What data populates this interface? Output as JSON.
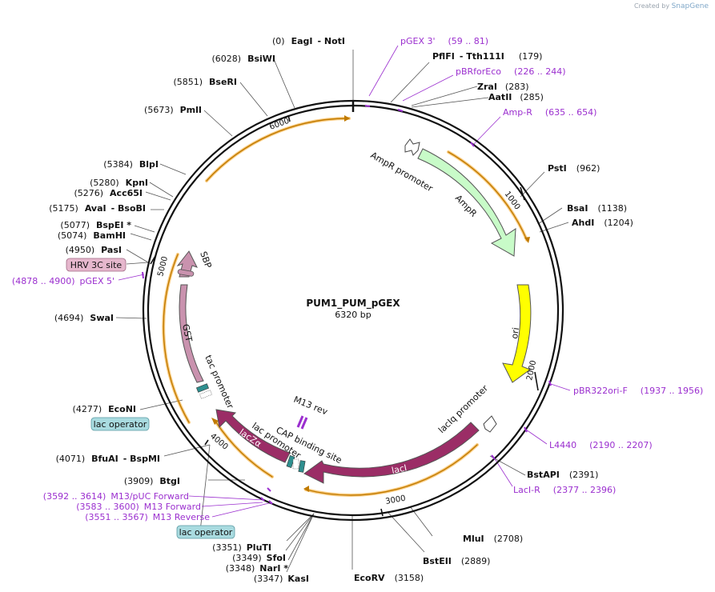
{
  "credit": {
    "prefix": "Created by",
    "brand": "SnapGene"
  },
  "plasmid": {
    "name": "PUM1_PUM_pGEX",
    "size": "6320 bp"
  },
  "ticks": [
    "1000",
    "2000",
    "3000",
    "4000",
    "5000",
    "6000"
  ],
  "features": {
    "ampr_promoter": "AmpR promoter",
    "ampr": "AmpR",
    "ori": "ori",
    "laciq_promoter": "lacIq promoter",
    "laci": "lacI",
    "cap_site": "CAP binding site",
    "m13rev": "M13 rev",
    "lac_promoter": "lac promoter",
    "lacza": "lacZα",
    "tac_promoter": "tac promoter",
    "gst": "GST",
    "sbp": "SBP",
    "hrv": "HRV 3C site",
    "lac_operator_1": "lac operator",
    "lac_operator_2": "lac operator"
  },
  "sites": [
    {
      "pos": "(0)",
      "name": "EagI",
      "extra": "-  NotI"
    },
    {
      "pos": "(179)",
      "name": "PflFI",
      "extra": "-  Tth111I"
    },
    {
      "pos": "(283)",
      "name": "ZraI"
    },
    {
      "pos": "(285)",
      "name": "AatII"
    },
    {
      "pos": "(962)",
      "name": "PstI"
    },
    {
      "pos": "(1138)",
      "name": "BsaI"
    },
    {
      "pos": "(1204)",
      "name": "AhdI"
    },
    {
      "pos": "(2391)",
      "name": "BstAPI"
    },
    {
      "pos": "(2708)",
      "name": "MluI"
    },
    {
      "pos": "(2889)",
      "name": "BstEII"
    },
    {
      "pos": "(3158)",
      "name": "EcoRV"
    },
    {
      "pos": "(3347)",
      "name": "KasI"
    },
    {
      "pos": "(3348)",
      "name": "NarI *"
    },
    {
      "pos": "(3349)",
      "name": "SfoI"
    },
    {
      "pos": "(3351)",
      "name": "PluTI"
    },
    {
      "pos": "(3909)",
      "name": "BtgI"
    },
    {
      "pos": "(4071)",
      "name": "BfuAI",
      "extra": "-  BspMI"
    },
    {
      "pos": "(4277)",
      "name": "EcoNI"
    },
    {
      "pos": "(4694)",
      "name": "SwaI"
    },
    {
      "pos": "(4950)",
      "name": "PasI"
    },
    {
      "pos": "(5074)",
      "name": "BamHI"
    },
    {
      "pos": "(5077)",
      "name": "BspEI *"
    },
    {
      "pos": "(5175)",
      "name": "AvaI",
      "extra": "-  BsoBI"
    },
    {
      "pos": "(5276)",
      "name": "Acc65I"
    },
    {
      "pos": "(5280)",
      "name": "KpnI"
    },
    {
      "pos": "(5384)",
      "name": "BlpI"
    },
    {
      "pos": "(5673)",
      "name": "PmlI"
    },
    {
      "pos": "(5851)",
      "name": "BseRI"
    },
    {
      "pos": "(6028)",
      "name": "BsiWI"
    }
  ],
  "primers": [
    {
      "name": "pGEX 3'",
      "range": "(59 .. 81)"
    },
    {
      "name": "pBRforEco",
      "range": "(226 .. 244)"
    },
    {
      "name": "Amp-R",
      "range": "(635 .. 654)"
    },
    {
      "name": "pBR322ori-F",
      "range": "(1937 .. 1956)"
    },
    {
      "name": "L4440",
      "range": "(2190 .. 2207)"
    },
    {
      "name": "LacI-R",
      "range": "(2377 .. 2396)"
    },
    {
      "name": "M13/pUC Forward",
      "range": "(3592 .. 3614)"
    },
    {
      "name": "M13 Forward",
      "range": "(3583 .. 3600)"
    },
    {
      "name": "M13 Reverse",
      "range": "(3551 .. 3567)"
    },
    {
      "name": "pGEX 5'",
      "range": "(4878 .. 4900)"
    }
  ]
}
